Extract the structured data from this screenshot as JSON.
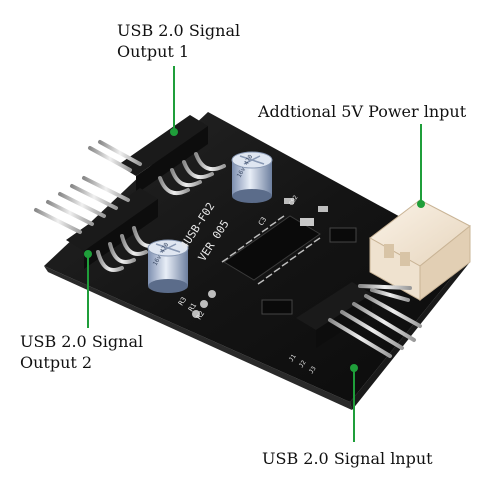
{
  "labels": {
    "output1_line1": "USB 2.0 Signal",
    "output1_line2": "Output 1",
    "power_input": "Addtional 5V Power lnput",
    "output2_line1": "USB 2.0 Signal",
    "output2_line2": "Output 2",
    "signal_input": "USB 2.0 Signal lnput"
  },
  "board_markings": {
    "model": "4USB-F02",
    "version": "VER 005",
    "capacitor_text": "16v 470",
    "c3": "C3",
    "r1": "R1",
    "r2": "R2",
    "r3": "R3",
    "j1": "J1",
    "j2": "J2",
    "j3": "J3",
    "cs2": "CS2"
  },
  "colors": {
    "accent_line": "#1f9e3a",
    "board": "#161616",
    "connector": "#f3e6d4"
  }
}
